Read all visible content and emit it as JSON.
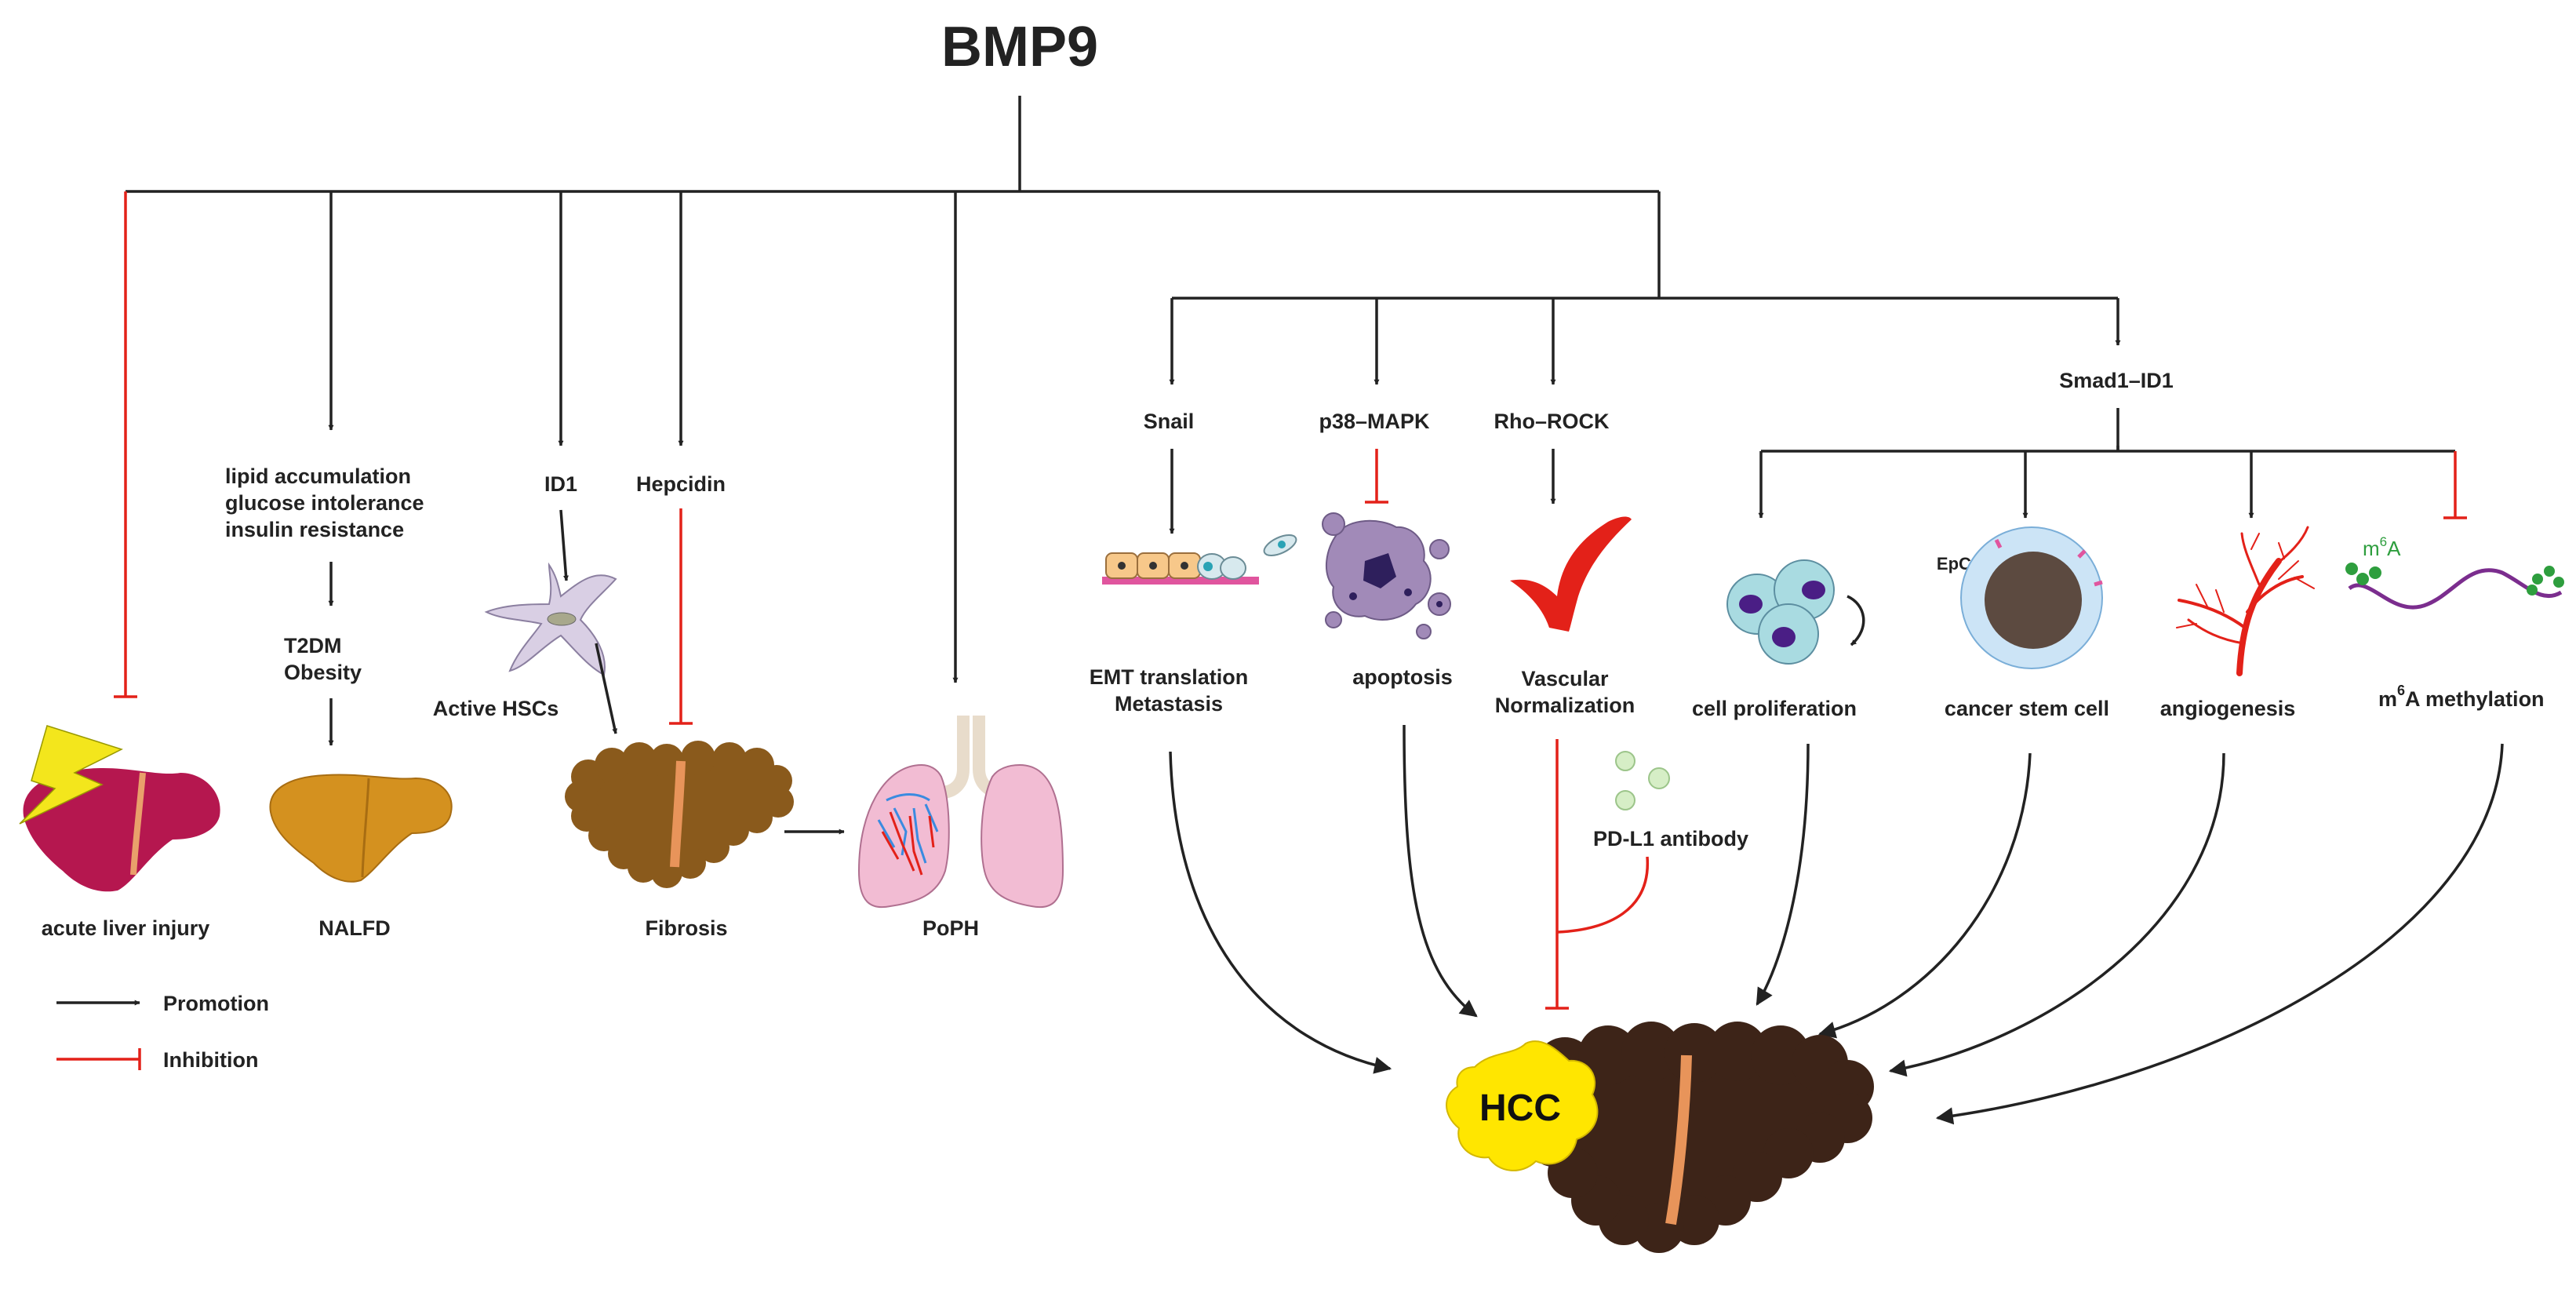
{
  "title": "BMP9",
  "outcomes": {
    "acute_liver_injury": "acute liver injury",
    "nalfd": "NALFD",
    "fibrosis": "Fibrosis",
    "poph": "PoPH",
    "hcc": "HCC"
  },
  "nalfd_branch": {
    "line1": "lipid accumulation",
    "line2": "glucose intolerance",
    "line3": "insulin resistance",
    "t2dm": "T2DM",
    "obesity": "Obesity"
  },
  "fibrosis_branch": {
    "id1": "ID1",
    "hepcidin": "Hepcidin",
    "active_hscs": "Active HSCs"
  },
  "hcc_branches": {
    "snail": "Snail",
    "p38": "p38–MAPK",
    "rho": "Rho–ROCK",
    "smad": "Smad1–ID1",
    "emt1": "EMT translation",
    "emt2": "Metastasis",
    "apoptosis": "apoptosis",
    "vasc1": "Vascular",
    "vasc2": "Normalization",
    "pdl1": "PD-L1 antibody",
    "cell_prolif": "cell proliferation",
    "epcam": "EpCAM",
    "csc": "cancer stem cell",
    "angio": "angiogenesis",
    "m6a_label": "m",
    "m6a_sup": "6",
    "m6a_a": "A",
    "m6a_method": "A methylation"
  },
  "legend": {
    "promotion": "Promotion",
    "inhibition": "Inhibition"
  },
  "colors": {
    "promotion": "#222222",
    "inhibition": "#e32119",
    "liver_injury": "#b5174f",
    "nalfd_liver": "#d4911f",
    "fibrosis_liver": "#8a5a1c",
    "hcc_liver": "#3d2418",
    "hcc_tumor": "#ffe600",
    "vessel": "#e32119",
    "lung": "#f2bcd3",
    "m6a_dot": "#2e9e3e",
    "rna_strand": "#7b2d8e"
  }
}
